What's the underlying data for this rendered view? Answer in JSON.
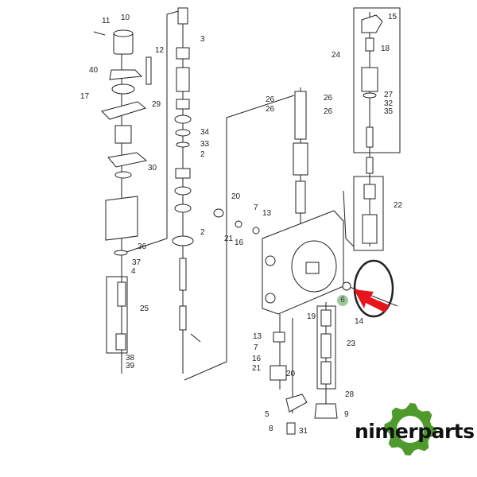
{
  "diagram": {
    "callouts": [
      "11",
      "10",
      "12",
      "3",
      "40",
      "17",
      "29",
      "34",
      "33",
      "2",
      "30",
      "2",
      "20",
      "7",
      "13",
      "21",
      "16",
      "26",
      "26",
      "26",
      "26",
      "15",
      "18",
      "24",
      "27",
      "32",
      "35",
      "22",
      "36",
      "37",
      "4",
      "25",
      "38",
      "39",
      "6",
      "14",
      "19",
      "23",
      "13",
      "7",
      "16",
      "21",
      "20",
      "28",
      "9",
      "5",
      "8",
      "31"
    ],
    "highlighted_part": "6",
    "highlight_color": "#9dc89a",
    "arrow_color": "#e8141c",
    "line_color": "#222222"
  },
  "logo": {
    "text": "nimerparts",
    "gear_color": "#4f9a2c",
    "accent_color": "#f0a500"
  }
}
